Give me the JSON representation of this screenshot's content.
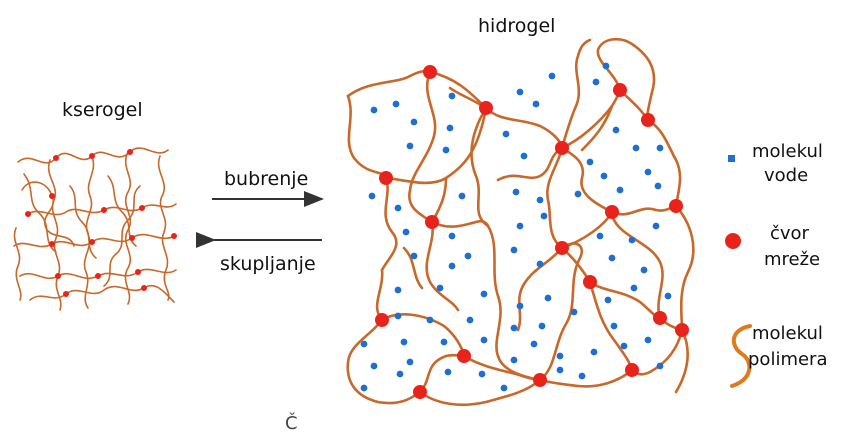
{
  "labels": {
    "hydrogel": "hidrogel",
    "xerogel": "kserogel",
    "swelling": "bubrenje",
    "shrinking": "skupljanje"
  },
  "legend": [
    {
      "key": "water",
      "line1": "molekul",
      "line2": "vode"
    },
    {
      "key": "node",
      "line1": "čvor",
      "line2": "mreže"
    },
    {
      "key": "polymer",
      "line1": "molekul",
      "line2": "polimera"
    }
  ],
  "footer": {
    "glyph": "Č"
  },
  "colors": {
    "polymer": "#c8682a",
    "node": "#e8231c",
    "water": "#1f6fd1",
    "arrow": "#333333"
  }
}
